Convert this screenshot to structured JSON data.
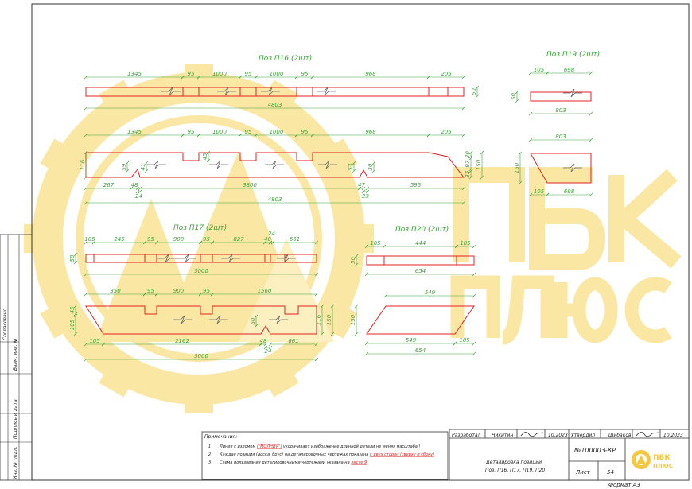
{
  "watermark": {
    "line1": "ПБК",
    "line2": "ПЛЮС",
    "color": "#fbe7a4"
  },
  "side_strip": [
    "Согласовано",
    "Взам. инв. №",
    "Подпись и дата",
    "Инв. № подл."
  ],
  "views": {
    "p16": {
      "title": "Поз П16 (2шт)",
      "top_dims": [
        "1345",
        "95",
        "1000",
        "95",
        "1000",
        "95",
        "968",
        "205",
        "4803",
        "50"
      ],
      "side_dims": [
        "1345",
        "95",
        "1000",
        "95",
        "1000",
        "95",
        "968",
        "205",
        "267",
        "48",
        "24",
        "3800",
        "47",
        "23",
        "595",
        "4803",
        "116",
        "20",
        "97",
        "150",
        "35",
        "59",
        "41",
        "45",
        "53",
        "30"
      ]
    },
    "p19": {
      "title": "Поз П19 (2шт)",
      "top_dims": [
        "105",
        "698",
        "803",
        "50"
      ],
      "side_dims": [
        "803",
        "105",
        "698",
        "150"
      ]
    },
    "p17": {
      "title": "Поз П17 (2шт)",
      "top_dims": [
        "105",
        "245",
        "95",
        "900",
        "95",
        "827",
        "48",
        "24",
        "661",
        "3000",
        "50"
      ],
      "side_dims": [
        "350",
        "95",
        "900",
        "95",
        "1560",
        "105",
        "2162",
        "48",
        "24",
        "661",
        "3000",
        "45",
        "105",
        "116",
        "150",
        "50"
      ]
    },
    "p20": {
      "title": "Поз П20 (2шт)",
      "top_dims": [
        "105",
        "444",
        "105",
        "654",
        "50"
      ],
      "side_dims": [
        "549",
        "549",
        "105",
        "654",
        "150"
      ]
    }
  },
  "notes": {
    "heading": "Примечания:",
    "items": [
      {
        "num": "1",
        "pre": "Линия с изломом ",
        "hl": "(\"МОЛНИЯ\")",
        "post": " укорачивает изображение длинной детали не меняя масштаба !"
      },
      {
        "num": "2",
        "pre": "Каждая позиция (доска, брус) на деталировочных чертежах показана ",
        "hl": "с двух сторон (сверху и сбоку)",
        "post": ""
      },
      {
        "num": "3",
        "pre": "Схема пользования деталировочными чертежами указана на ",
        "hl": "листе 9",
        "post": ""
      }
    ]
  },
  "title_block": {
    "developed_label": "Разработал",
    "developer": "Никитин",
    "dev_date": "10.2023",
    "approved_label": "Утвердил",
    "approver": "Шибаков",
    "appr_date": "10.2023",
    "description1": "Деталировка позиций",
    "description2": "Поз. П16, П17, П19, П20",
    "doc_number": "№100003-КР",
    "sheet_label": "Лист",
    "sheet_number": "54",
    "logo_line1": "ПБК",
    "logo_line2": "ПЛЮС",
    "format": "Формат А3"
  }
}
